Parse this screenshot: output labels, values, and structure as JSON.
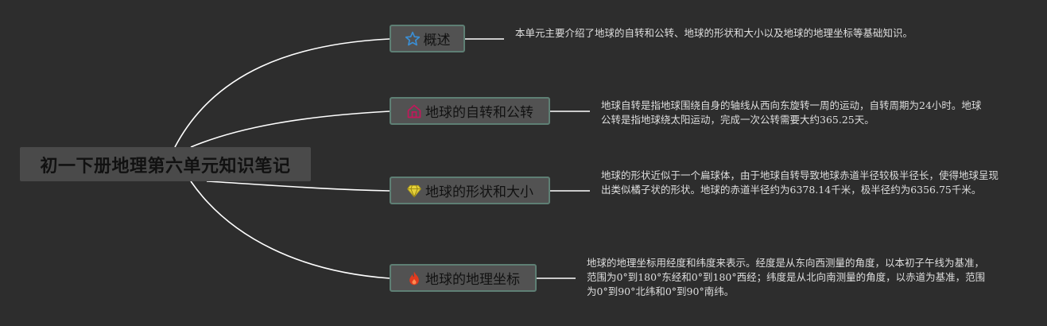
{
  "root": {
    "title": "初一下册地理第六单元知识笔记"
  },
  "topics": [
    {
      "label": "概述",
      "icon": "star-icon",
      "icon_color": "#3a8fd6",
      "note": "本单元主要介绍了地球的自转和公转、地球的形状和大小以及地球的地理坐标等基础知识。"
    },
    {
      "label": "地球的自转和公转",
      "icon": "house-icon",
      "icon_color": "#c2185b",
      "note": "地球自转是指地球围绕自身的轴线从西向东旋转一周的运动，自转周期为24小时。地球公转是指地球绕太阳运动，完成一次公转需要大约365.25天。"
    },
    {
      "label": "地球的形状和大小",
      "icon": "diamond-icon",
      "icon_color": "#e6d23a",
      "note": "地球的形状近似于一个扁球体，由于地球自转导致地球赤道半径较极半径长，使得地球呈现出类似橘子状的形状。地球的赤道半径约为6378.14千米，极半径约为6356.75千米。"
    },
    {
      "label": "地球的地理坐标",
      "icon": "fire-icon",
      "icon_color": "#e03a1e",
      "note": "地球的地理坐标用经度和纬度来表示。经度是从东向西测量的角度，以本初子午线为基准，范围为0°到180°东经和0°到180°西经；纬度是从北向南测量的角度，以赤道为基准，范围为0°到90°北纬和0°到90°南纬。"
    }
  ],
  "colors": {
    "background": "#2d2d2d",
    "connector": "#ffffff",
    "topic_border": "#5e7f74"
  }
}
